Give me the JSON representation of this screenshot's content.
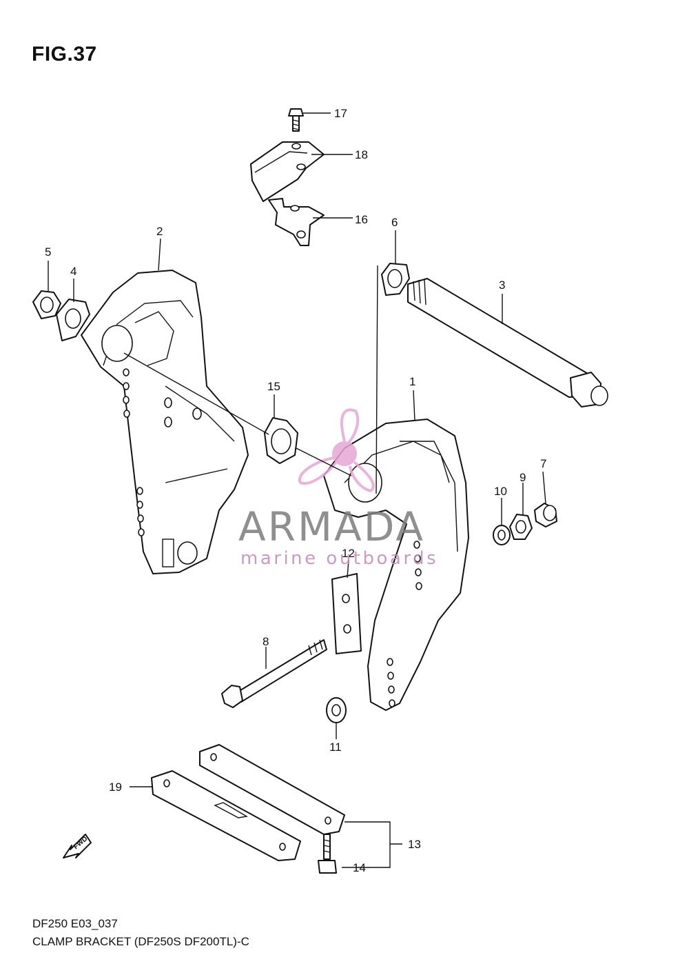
{
  "figure": {
    "title": "FIG.37"
  },
  "callouts": [
    {
      "id": "c1",
      "label": "1"
    },
    {
      "id": "c2",
      "label": "2"
    },
    {
      "id": "c3",
      "label": "3"
    },
    {
      "id": "c4",
      "label": "4"
    },
    {
      "id": "c5",
      "label": "5"
    },
    {
      "id": "c6",
      "label": "6"
    },
    {
      "id": "c7",
      "label": "7"
    },
    {
      "id": "c8",
      "label": "8"
    },
    {
      "id": "c9",
      "label": "9"
    },
    {
      "id": "c10",
      "label": "10"
    },
    {
      "id": "c11",
      "label": "11"
    },
    {
      "id": "c12",
      "label": "12"
    },
    {
      "id": "c13",
      "label": "13"
    },
    {
      "id": "c14",
      "label": "14"
    },
    {
      "id": "c15",
      "label": "15"
    },
    {
      "id": "c16",
      "label": "16"
    },
    {
      "id": "c17",
      "label": "17"
    },
    {
      "id": "c18",
      "label": "18"
    },
    {
      "id": "c19",
      "label": "19"
    }
  ],
  "fwd_arrow": {
    "label": "FWD"
  },
  "watermark": {
    "name": "ARMADA",
    "tagline": "marine outboards",
    "logo_color": "#e6a6d6",
    "name_color": "#7c7c7c"
  },
  "footer": {
    "code": "DF250 E03_037",
    "caption": "CLAMP BRACKET (DF250S DF200TL)-C"
  }
}
